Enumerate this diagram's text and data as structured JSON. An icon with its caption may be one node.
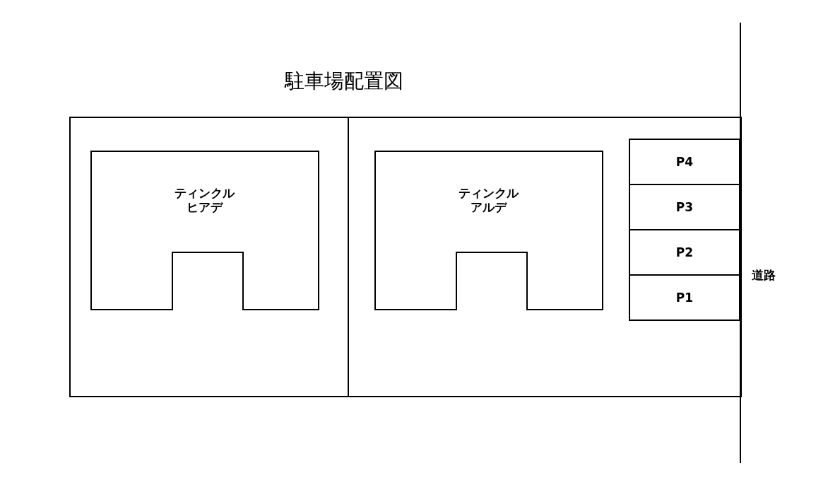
{
  "diagram": {
    "title": "駐車場配置図",
    "nodes": [
      {
        "text": [],
        "shape": "box"
      },
      {
        "text": [
          "ティンクルヒアデ"
        ],
        "in": 0
      },
      {
        "text": [],
        "shape": "box"
      },
      {
        "text": [
          "ティンクルアルデ"
        ],
        "in": 2
      },
      {
        "text": [
          "P4"
        ],
        "in": 2
      },
      {
        "text": [
          "P3"
        ],
        "in": 2
      },
      {
        "text": [
          "P2"
        ],
        "in": 2
      },
      {
        "text": [
          "P1"
        ],
        "in": 2
      }
    ],
    "labels": [
      "道路"
    ]
  }
}
